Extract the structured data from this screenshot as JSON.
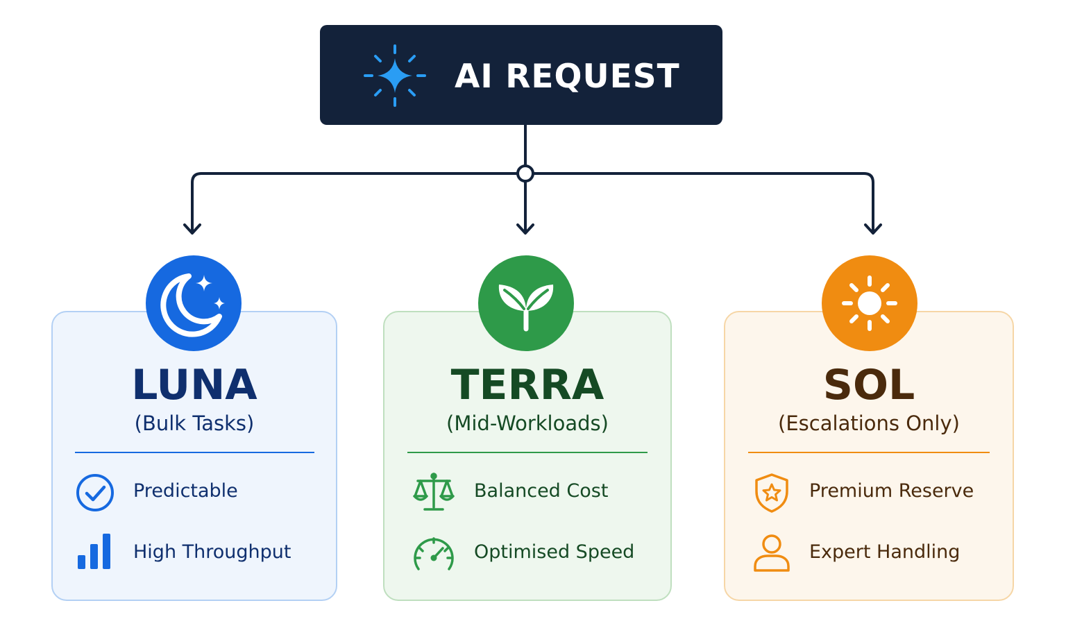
{
  "request": {
    "title": "AI REQUEST",
    "icon": "sparkle-icon"
  },
  "tiers": [
    {
      "name": "LUNA",
      "subtitle": "(Bulk Tasks)",
      "icon": "moon-stars-icon",
      "accent": "#1669e0",
      "title_color": "#0f2f6e",
      "features": [
        {
          "label": "Predictable",
          "icon": "check-circle-icon"
        },
        {
          "label": "High Throughput",
          "icon": "bar-chart-icon"
        }
      ]
    },
    {
      "name": "TERRA",
      "subtitle": "(Mid-Workloads)",
      "icon": "leaf-sprout-icon",
      "accent": "#2e9a49",
      "title_color": "#154a24",
      "features": [
        {
          "label": "Balanced Cost",
          "icon": "scale-icon"
        },
        {
          "label": "Optimised Speed",
          "icon": "speedometer-icon"
        }
      ]
    },
    {
      "name": "SOL",
      "subtitle": "(Escalations Only)",
      "icon": "sun-icon",
      "accent": "#f08c11",
      "title_color": "#4a2a0c",
      "features": [
        {
          "label": "Premium Reserve",
          "icon": "shield-star-icon"
        },
        {
          "label": "Expert Handling",
          "icon": "user-icon"
        }
      ]
    }
  ]
}
